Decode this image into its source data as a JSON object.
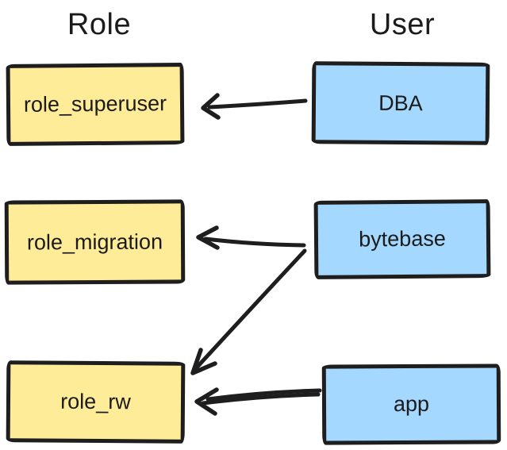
{
  "diagram": {
    "columns": [
      {
        "heading": "Role"
      },
      {
        "heading": "User"
      }
    ],
    "colors": {
      "role_fill": "#ffec99",
      "user_fill": "#a5d8ff",
      "stroke": "#1e1e1e",
      "text": "#1b1b1b",
      "background": "#ffffff"
    },
    "nodes": [
      {
        "id": "role_superuser",
        "label": "role_superuser",
        "type": "role"
      },
      {
        "id": "role_migration",
        "label": "role_migration",
        "type": "role"
      },
      {
        "id": "role_rw",
        "label": "role_rw",
        "type": "role"
      },
      {
        "id": "dba",
        "label": "DBA",
        "type": "user"
      },
      {
        "id": "bytebase",
        "label": "bytebase",
        "type": "user"
      },
      {
        "id": "app",
        "label": "app",
        "type": "user"
      }
    ],
    "edges": [
      {
        "from": "DBA",
        "to": "role_superuser"
      },
      {
        "from": "bytebase",
        "to": "role_migration"
      },
      {
        "from": "bytebase",
        "to": "role_rw"
      },
      {
        "from": "app",
        "to": "role_rw"
      }
    ]
  }
}
